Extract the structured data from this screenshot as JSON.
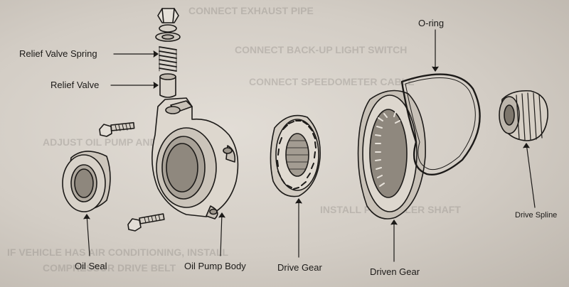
{
  "labels": {
    "relief_valve_spring": "Relief Valve Spring",
    "relief_valve": "Relief Valve",
    "oil_seal": "Oil Seal",
    "oil_pump_body": "Oil Pump Body",
    "drive_gear": "Drive Gear",
    "driven_gear": "Driven Gear",
    "o_ring": "O-ring",
    "drive_spline": "Drive Spline"
  },
  "background_text": {
    "line1": "CONNECT EXHAUST PIPE",
    "line2": "CONNECT BACK-UP LIGHT SWITCH",
    "line3": "CONNECT SPEEDOMETER CABLE",
    "line4": "ADJUST OIL PUMP AND DRIVE BELT",
    "line5": "INSTALL PROPELLER SHAFT",
    "line6": "IF VEHICLE HAS AIR CONDITIONING, INSTALL",
    "line7": "COMPRESSOR DRIVE BELT"
  },
  "colors": {
    "ink": "#1c1a18",
    "paper": "#d8d2ca"
  }
}
